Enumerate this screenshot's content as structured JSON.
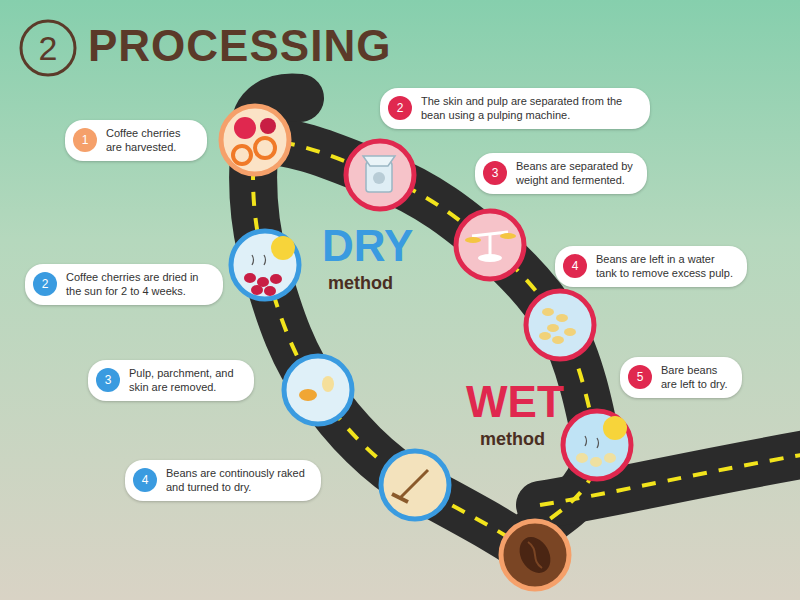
{
  "diagram": {
    "title": "PROCESSING",
    "nodes": [
      {
        "text": [
          "1",
          "Coffee cherries are harvested."
        ]
      },
      {
        "text": [
          "2",
          "The skin and pulp are separated from the bean using a pulping machine."
        ]
      },
      {
        "text": [
          "3",
          "Beans are separated by weight and fermented."
        ]
      },
      {
        "text": [
          "4",
          "Beans are left in a water tank to remove excess pulp."
        ]
      },
      {
        "text": [
          "5",
          "Bare beans are left to dry."
        ]
      },
      {
        "text": [
          "2",
          "Coffee cherries are dried in the sun for 2 to 4 weeks."
        ]
      },
      {
        "text": [
          "3",
          "Pulp, parchment, and skin are removed."
        ]
      },
      {
        "text": [
          "4",
          "Beans are continously raked and turned to dry."
        ]
      }
    ],
    "labels": [
      "2",
      "DRY",
      "method",
      "WET",
      "method"
    ]
  }
}
